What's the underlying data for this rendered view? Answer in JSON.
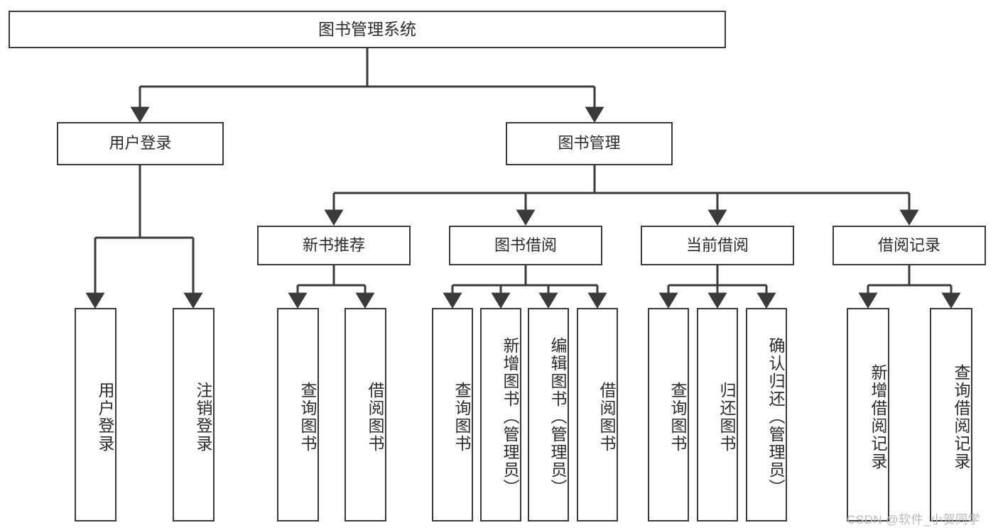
{
  "diagram": {
    "type": "tree",
    "title": "图书管理系统",
    "orientation": "top-down",
    "line_color": "#3a3a3a",
    "box_fill": "#ffffff",
    "text_color": "#2b2b2b"
  },
  "nodes": {
    "root": {
      "label": "图书管理系统",
      "level": 0
    },
    "level1": [
      {
        "id": "user-login",
        "label": "用户登录"
      },
      {
        "id": "book-manage",
        "label": "图书管理"
      }
    ],
    "level2": [
      {
        "id": "new-book-recommend",
        "label": "新书推荐",
        "parent": "book-manage"
      },
      {
        "id": "book-borrow",
        "label": "图书借阅",
        "parent": "book-manage"
      },
      {
        "id": "current-borrow",
        "label": "当前借阅",
        "parent": "book-manage"
      },
      {
        "id": "borrow-record",
        "label": "借阅记录",
        "parent": "book-manage"
      }
    ],
    "leaves": {
      "user-login": [
        {
          "id": "leaf-user-login",
          "label": "用户登录"
        },
        {
          "id": "leaf-logout",
          "label": "注销登录"
        }
      ],
      "new-book-recommend": [
        {
          "id": "leaf-query-book-1",
          "label": "查询图书"
        },
        {
          "id": "leaf-borrow-book-1",
          "label": "借阅图书"
        }
      ],
      "book-borrow": [
        {
          "id": "leaf-query-book-2",
          "label": "查询图书"
        },
        {
          "id": "leaf-add-book",
          "label": "新增图书（管理员）"
        },
        {
          "id": "leaf-edit-book",
          "label": "编辑图书（管理员）"
        },
        {
          "id": "leaf-borrow-book-2",
          "label": "借阅图书"
        }
      ],
      "current-borrow": [
        {
          "id": "leaf-query-book-3",
          "label": "查询图书"
        },
        {
          "id": "leaf-return-book",
          "label": "归还图书"
        },
        {
          "id": "leaf-confirm-return",
          "label": "确认归还（管理员）"
        }
      ],
      "borrow-record": [
        {
          "id": "leaf-add-record",
          "label": "新增借阅记录"
        },
        {
          "id": "leaf-query-record",
          "label": "查询借阅记录"
        }
      ]
    }
  },
  "watermark": {
    "text": "CSDN @软件_小贺同学"
  }
}
